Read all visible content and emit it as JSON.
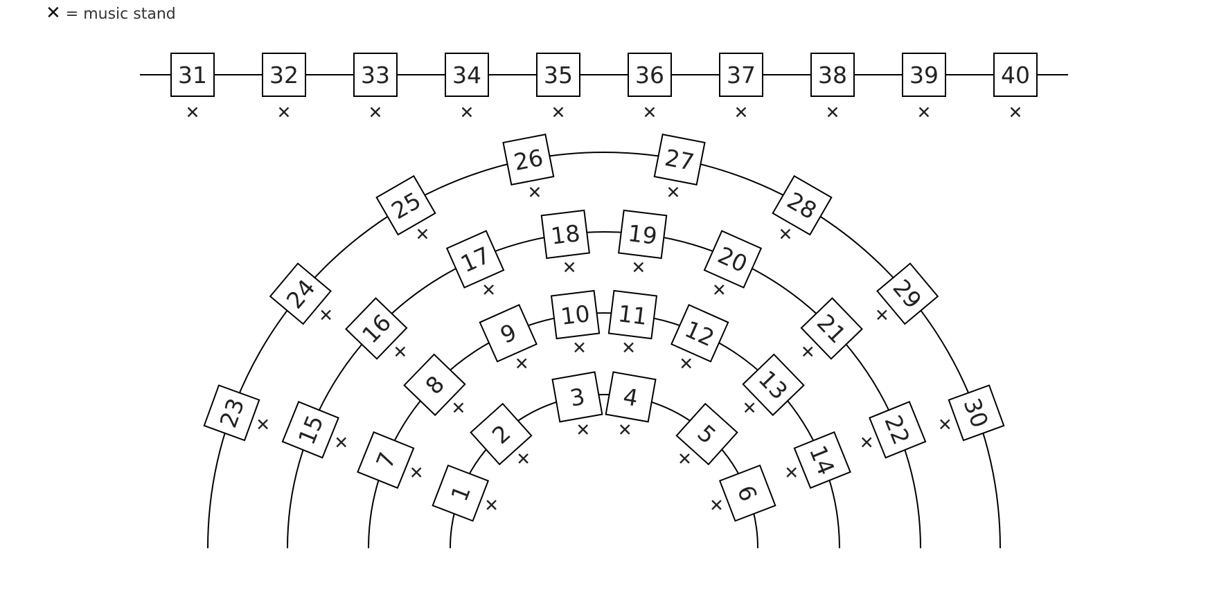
{
  "legend": {
    "symbol": "✕",
    "text": "= music stand"
  },
  "colors": {
    "line": "#000000",
    "box_fill": "#ffffff",
    "text": "#222222"
  },
  "straight_row": {
    "seats": [
      "31",
      "32",
      "33",
      "34",
      "35",
      "36",
      "37",
      "38",
      "39",
      "40"
    ]
  },
  "arcs": [
    {
      "seats": [
        "1",
        "2",
        "3",
        "4",
        "5",
        "6"
      ]
    },
    {
      "seats": [
        "7",
        "8",
        "9",
        "10",
        "11",
        "12",
        "13",
        "14"
      ]
    },
    {
      "seats": [
        "15",
        "16",
        "17",
        "18",
        "19",
        "20",
        "21",
        "22"
      ]
    },
    {
      "seats": [
        "23",
        "24",
        "25",
        "26",
        "27",
        "28",
        "29",
        "30"
      ]
    }
  ],
  "stand_symbol": "✕"
}
